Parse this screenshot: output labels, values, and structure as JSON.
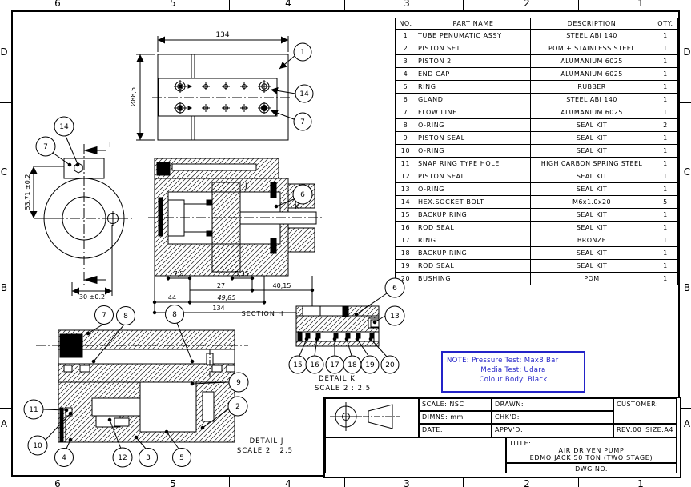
{
  "border": {
    "top_zones": [
      "6",
      "5",
      "4",
      "3",
      "2",
      "1"
    ],
    "bottom_zones": [
      "6",
      "5",
      "4",
      "3",
      "2",
      "1"
    ],
    "left_zones": [
      "D",
      "C",
      "B",
      "A"
    ],
    "right_zones": [
      "D",
      "C",
      "B",
      "A"
    ]
  },
  "parts_table": {
    "headers": [
      "NO.",
      "PART NAME",
      "DESCRIPTION",
      "QTY."
    ],
    "rows": [
      {
        "no": "1",
        "name": "TUBE PENUMATIC ASSY",
        "desc": "STEEL ABI 140",
        "qty": "1"
      },
      {
        "no": "2",
        "name": "PISTON SET",
        "desc": "POM + STAINLESS STEEL",
        "qty": "1"
      },
      {
        "no": "3",
        "name": "PISTON 2",
        "desc": "ALUMANIUM 6025",
        "qty": "1"
      },
      {
        "no": "4",
        "name": "END CAP",
        "desc": "ALUMANIUM 6025",
        "qty": "1"
      },
      {
        "no": "5",
        "name": "RING",
        "desc": "RUBBER",
        "qty": "1"
      },
      {
        "no": "6",
        "name": "GLAND",
        "desc": "STEEL ABI 140",
        "qty": "1"
      },
      {
        "no": "7",
        "name": "FLOW LINE",
        "desc": "ALUMANIUM 6025",
        "qty": "1"
      },
      {
        "no": "8",
        "name": "O-RING",
        "desc": "SEAL KIT",
        "qty": "2"
      },
      {
        "no": "9",
        "name": "PISTON SEAL",
        "desc": "SEAL KIT",
        "qty": "1"
      },
      {
        "no": "10",
        "name": "O-RING",
        "desc": "SEAL KIT",
        "qty": "1"
      },
      {
        "no": "11",
        "name": "SNAP RING TYPE HOLE",
        "desc": "HIGH CARBON SPRING STEEL",
        "qty": "1"
      },
      {
        "no": "12",
        "name": "PISTON SEAL",
        "desc": "SEAL KIT",
        "qty": "1"
      },
      {
        "no": "13",
        "name": "O-RING",
        "desc": "SEAL KIT",
        "qty": "1"
      },
      {
        "no": "14",
        "name": "HEX.SOCKET BOLT",
        "desc": "M6x1.0x20",
        "qty": "5"
      },
      {
        "no": "15",
        "name": "BACKUP RING",
        "desc": "SEAL KIT",
        "qty": "1"
      },
      {
        "no": "16",
        "name": "ROD SEAL",
        "desc": "SEAL KIT",
        "qty": "1"
      },
      {
        "no": "17",
        "name": "RING",
        "desc": "BRONZE",
        "qty": "1"
      },
      {
        "no": "18",
        "name": "BACKUP RING",
        "desc": "SEAL KIT",
        "qty": "1"
      },
      {
        "no": "19",
        "name": "ROD SEAL",
        "desc": "SEAL KIT",
        "qty": "1"
      },
      {
        "no": "20",
        "name": "BUSHING",
        "desc": "POM",
        "qty": "1"
      }
    ]
  },
  "note": {
    "line1": "NOTE: Pressure Test: Max8 Bar",
    "line2": "Media Test: Udara",
    "line3": "Colour Body: Black",
    "color": "#2323c8"
  },
  "title_block": {
    "scale_label": "SCALE: NSC",
    "dimns_label": "DIMNS: mm",
    "date_label": "DATE:",
    "drawn_label": "DRAWN:",
    "chkd_label": "CHK'D:",
    "appvd_label": "APPV'D:",
    "customer_label": "CUSTOMER:",
    "rev_label": "REV:00",
    "size_label": "SIZE:A4",
    "title_label": "TITLE:",
    "title_line1": "AIR DRIVEN PUMP",
    "title_line2": "EDMO JACK 50 TON (TWO STAGE)",
    "dwg_label": "DWG NO."
  },
  "views": {
    "top_view": {
      "dim_width": "134",
      "dim_dia": "Ø88,5",
      "balloons": [
        "1",
        "14",
        "7"
      ]
    },
    "front_view": {
      "dim_height": "53,71 ±0.2",
      "dim_offset": "30 ±0.2",
      "section_letter": "I",
      "balloons": [
        "7",
        "14"
      ]
    },
    "section": {
      "label": "SECTION H",
      "dims": [
        "7,5",
        "5,35",
        "27",
        "40,15",
        "44",
        "49,85",
        "134"
      ],
      "detail_letters": [
        "J",
        "K"
      ],
      "balloons": [
        "6"
      ]
    },
    "detail_j": {
      "label": "DETAIL J",
      "scale": "SCALE 2 : 2.5",
      "balloons": [
        "7",
        "8",
        "8",
        "9",
        "2",
        "11",
        "10",
        "4",
        "12",
        "3",
        "5"
      ]
    },
    "detail_k": {
      "label": "DETAIL K",
      "scale": "SCALE 2 : 2.5",
      "balloons": [
        "6",
        "13",
        "15",
        "16",
        "17",
        "18",
        "19",
        "20"
      ]
    }
  }
}
